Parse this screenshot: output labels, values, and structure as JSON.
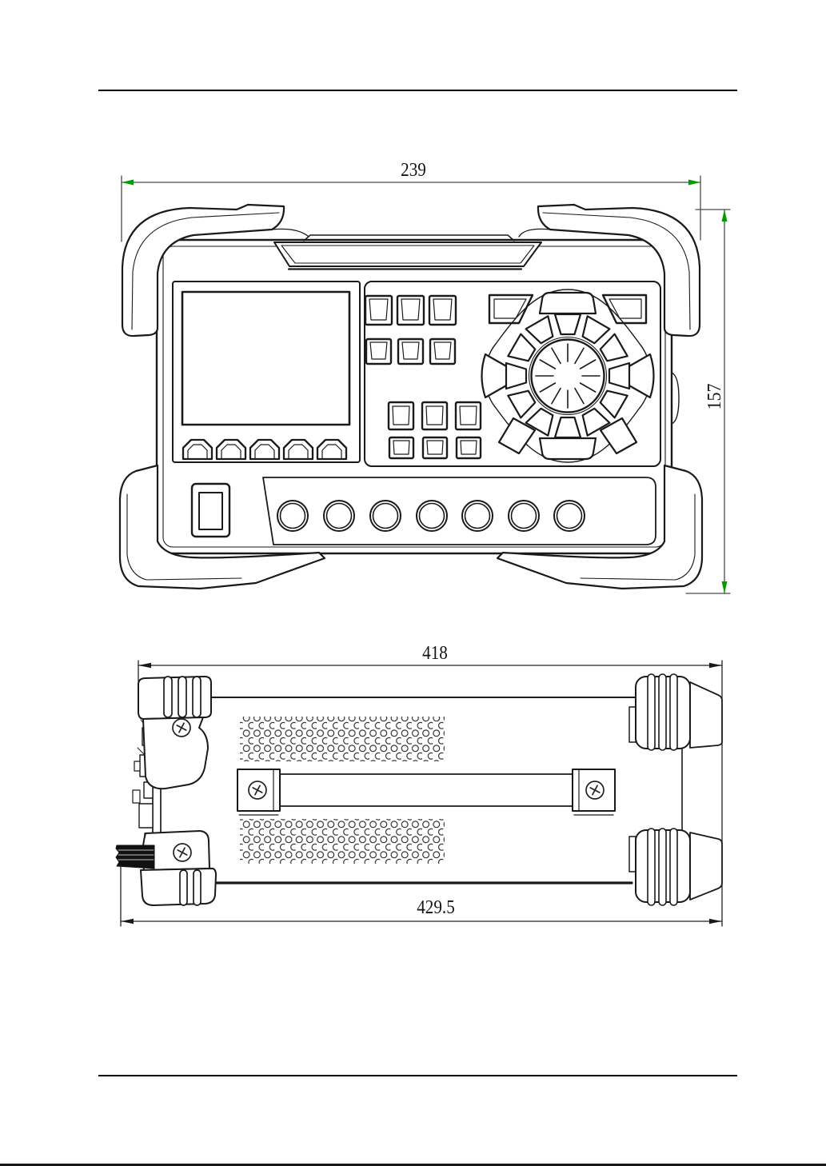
{
  "document": {
    "type": "instrument dimension drawing page",
    "background": "#ffffff",
    "header_rule_color": "#000000",
    "footer_rule_color": "#000000"
  },
  "front_view": {
    "name": "front view with overall dimensions",
    "width": {
      "value": "239"
    },
    "height": {
      "value": "157"
    },
    "arrow_color": "#009c00",
    "line_color": "#1a1a1a",
    "components": {
      "screen": "blank rectangular display",
      "soft_key_count": 5,
      "function_key_rows": "2 rows of 3 keys",
      "numeric_key_rows": "2 rows of 3 keys",
      "ring_key_count": 12,
      "knob": "central rotary knob with radial spokes",
      "round_connector_count": 7,
      "power_button": "rectangular power switch",
      "corner_bumper_count": 4
    }
  },
  "side_view": {
    "name": "side view with overall dimensions",
    "length_inner": {
      "value": "418"
    },
    "length_outer": {
      "value": "429.5"
    },
    "arrow_color": "#1a1a1a",
    "line_color": "#1a1a1a",
    "components": {
      "vent_band_count": 2,
      "handle": "recessed side handle with two screws",
      "foot_screw_count": 2,
      "rubber_bumper_count": 4,
      "front_knob": "black knurled knob on front edge"
    }
  }
}
